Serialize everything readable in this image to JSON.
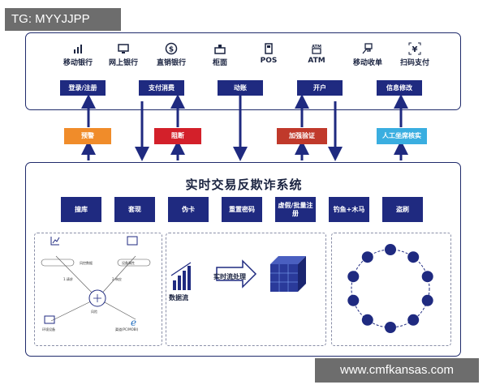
{
  "watermark_top": "TG: MYYJJPP",
  "watermark_bottom": "www.cmfkansas.com",
  "channels": [
    {
      "label": "移动银行",
      "icon": "bar-chart-icon"
    },
    {
      "label": "网上银行",
      "icon": "monitor-icon"
    },
    {
      "label": "直销银行",
      "icon": "dollar-coin-icon"
    },
    {
      "label": "柜面",
      "icon": "counter-desk-icon"
    },
    {
      "label": "POS",
      "icon": "pos-terminal-icon"
    },
    {
      "label": "ATM",
      "icon": "atm-icon"
    },
    {
      "label": "移动收单",
      "icon": "hand-card-icon"
    },
    {
      "label": "扫码支付",
      "icon": "yen-scan-icon"
    }
  ],
  "actions": [
    "登录/注册",
    "支付消费",
    "动账",
    "开户",
    "信息修改"
  ],
  "controls": [
    {
      "label": "预警",
      "color": "#f08c2a"
    },
    {
      "label": "阻断",
      "color": "#d3202a"
    },
    {
      "label": "加强验证",
      "color": "#c0392b"
    },
    {
      "label": "人工坐席核实",
      "color": "#3aaee0"
    }
  ],
  "system": {
    "title": "实时交易反欺诈系统",
    "fraud_types": [
      "撞库",
      "套现",
      "伪卡",
      "重置密码",
      "虚假/批量注册",
      "钓鱼+木马",
      "盗刷"
    ]
  },
  "panel_left": {
    "labels": [
      "1.请求",
      "2.响应",
      "风控数据",
      "设备属性",
      "环境设备",
      "渠道(PC/MOBI)",
      "风险"
    ]
  },
  "panel_mid": {
    "stream_label": "数据流",
    "process_label": "实时流处理"
  },
  "panel_right": {
    "ring_nodes": 10
  },
  "colors": {
    "navy": "#1f2a80",
    "border": "#1f2a6b",
    "arrow": "#1f2a80"
  }
}
